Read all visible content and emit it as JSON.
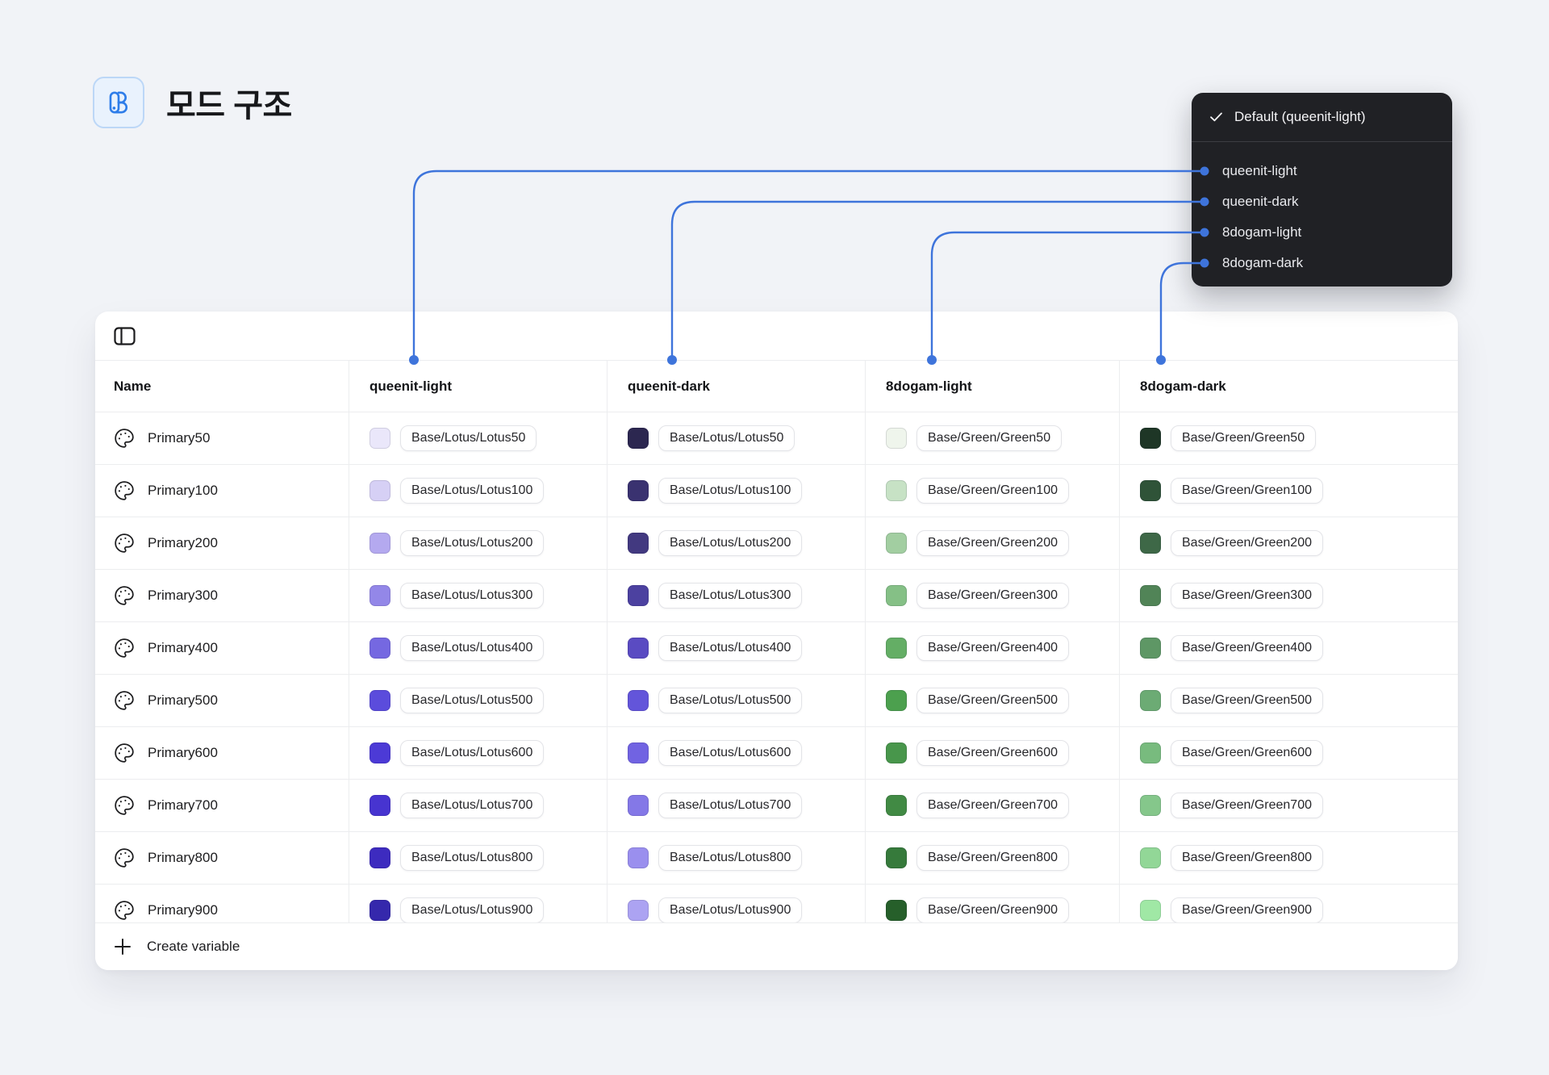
{
  "page": {
    "title": "모드 구조"
  },
  "dropdown": {
    "default_label": "Default (queenit-light)",
    "modes": [
      "queenit-light",
      "queenit-dark",
      "8dogam-light",
      "8dogam-dark"
    ]
  },
  "table": {
    "columns": [
      "Name",
      "queenit-light",
      "queenit-dark",
      "8dogam-light",
      "8dogam-dark"
    ],
    "footer": {
      "create_label": "Create variable"
    },
    "rows": [
      {
        "name": "Primary50",
        "cells": [
          {
            "swatch": "#EAE7FA",
            "label": "Base/Lotus/Lotus50"
          },
          {
            "swatch": "#2C2750",
            "label": "Base/Lotus/Lotus50"
          },
          {
            "swatch": "#EFF5EC",
            "label": "Base/Green/Green50"
          },
          {
            "swatch": "#1E3626",
            "label": "Base/Green/Green50"
          }
        ]
      },
      {
        "name": "Primary100",
        "cells": [
          {
            "swatch": "#D6D0F5",
            "label": "Base/Lotus/Lotus100"
          },
          {
            "swatch": "#3A3270",
            "label": "Base/Lotus/Lotus100"
          },
          {
            "swatch": "#C7E2C5",
            "label": "Base/Green/Green100"
          },
          {
            "swatch": "#2F5338",
            "label": "Base/Green/Green100"
          }
        ]
      },
      {
        "name": "Primary200",
        "cells": [
          {
            "swatch": "#B4A9EF",
            "label": "Base/Lotus/Lotus200"
          },
          {
            "swatch": "#423980",
            "label": "Base/Lotus/Lotus200"
          },
          {
            "swatch": "#A2CEA1",
            "label": "Base/Green/Green200"
          },
          {
            "swatch": "#3E6847",
            "label": "Base/Green/Green200"
          }
        ]
      },
      {
        "name": "Primary300",
        "cells": [
          {
            "swatch": "#9387E8",
            "label": "Base/Lotus/Lotus300"
          },
          {
            "swatch": "#4C41A0",
            "label": "Base/Lotus/Lotus300"
          },
          {
            "swatch": "#85C086",
            "label": "Base/Green/Green300"
          },
          {
            "swatch": "#518457",
            "label": "Base/Green/Green300"
          }
        ]
      },
      {
        "name": "Primary400",
        "cells": [
          {
            "swatch": "#7568E1",
            "label": "Base/Lotus/Lotus400"
          },
          {
            "swatch": "#5A4BC2",
            "label": "Base/Lotus/Lotus400"
          },
          {
            "swatch": "#64AE65",
            "label": "Base/Green/Green400"
          },
          {
            "swatch": "#5E9765",
            "label": "Base/Green/Green400"
          }
        ]
      },
      {
        "name": "Primary500",
        "cells": [
          {
            "swatch": "#5B4CDC",
            "label": "Base/Lotus/Lotus500"
          },
          {
            "swatch": "#6355DA",
            "label": "Base/Lotus/Lotus500"
          },
          {
            "swatch": "#4CA04E",
            "label": "Base/Green/Green500"
          },
          {
            "swatch": "#6CAB74",
            "label": "Base/Green/Green500"
          }
        ]
      },
      {
        "name": "Primary600",
        "cells": [
          {
            "swatch": "#4C3AD6",
            "label": "Base/Lotus/Lotus600"
          },
          {
            "swatch": "#7163E2",
            "label": "Base/Lotus/Lotus600"
          },
          {
            "swatch": "#48964B",
            "label": "Base/Green/Green600"
          },
          {
            "swatch": "#78BB7E",
            "label": "Base/Green/Green600"
          }
        ]
      },
      {
        "name": "Primary700",
        "cells": [
          {
            "swatch": "#4734D0",
            "label": "Base/Lotus/Lotus700"
          },
          {
            "swatch": "#8478E7",
            "label": "Base/Lotus/Lotus700"
          },
          {
            "swatch": "#418A44",
            "label": "Base/Green/Green700"
          },
          {
            "swatch": "#85C78B",
            "label": "Base/Green/Green700"
          }
        ]
      },
      {
        "name": "Primary800",
        "cells": [
          {
            "swatch": "#3D2BBF",
            "label": "Base/Lotus/Lotus800"
          },
          {
            "swatch": "#9A8FEE",
            "label": "Base/Lotus/Lotus800"
          },
          {
            "swatch": "#367A3B",
            "label": "Base/Green/Green800"
          },
          {
            "swatch": "#92D797",
            "label": "Base/Green/Green800"
          }
        ]
      },
      {
        "name": "Primary900",
        "cells": [
          {
            "swatch": "#3528AC",
            "label": "Base/Lotus/Lotus900"
          },
          {
            "swatch": "#ACA3F2",
            "label": "Base/Lotus/Lotus900"
          },
          {
            "swatch": "#265F2A",
            "label": "Base/Green/Green900"
          },
          {
            "swatch": "#A0E8A5",
            "label": "Base/Green/Green900"
          }
        ]
      }
    ]
  },
  "colors": {
    "accent_blue": "#3E74DB",
    "logo_blue": "#2E7DE9",
    "dropdown_bg": "#202125",
    "page_bg": "#F1F3F7"
  }
}
